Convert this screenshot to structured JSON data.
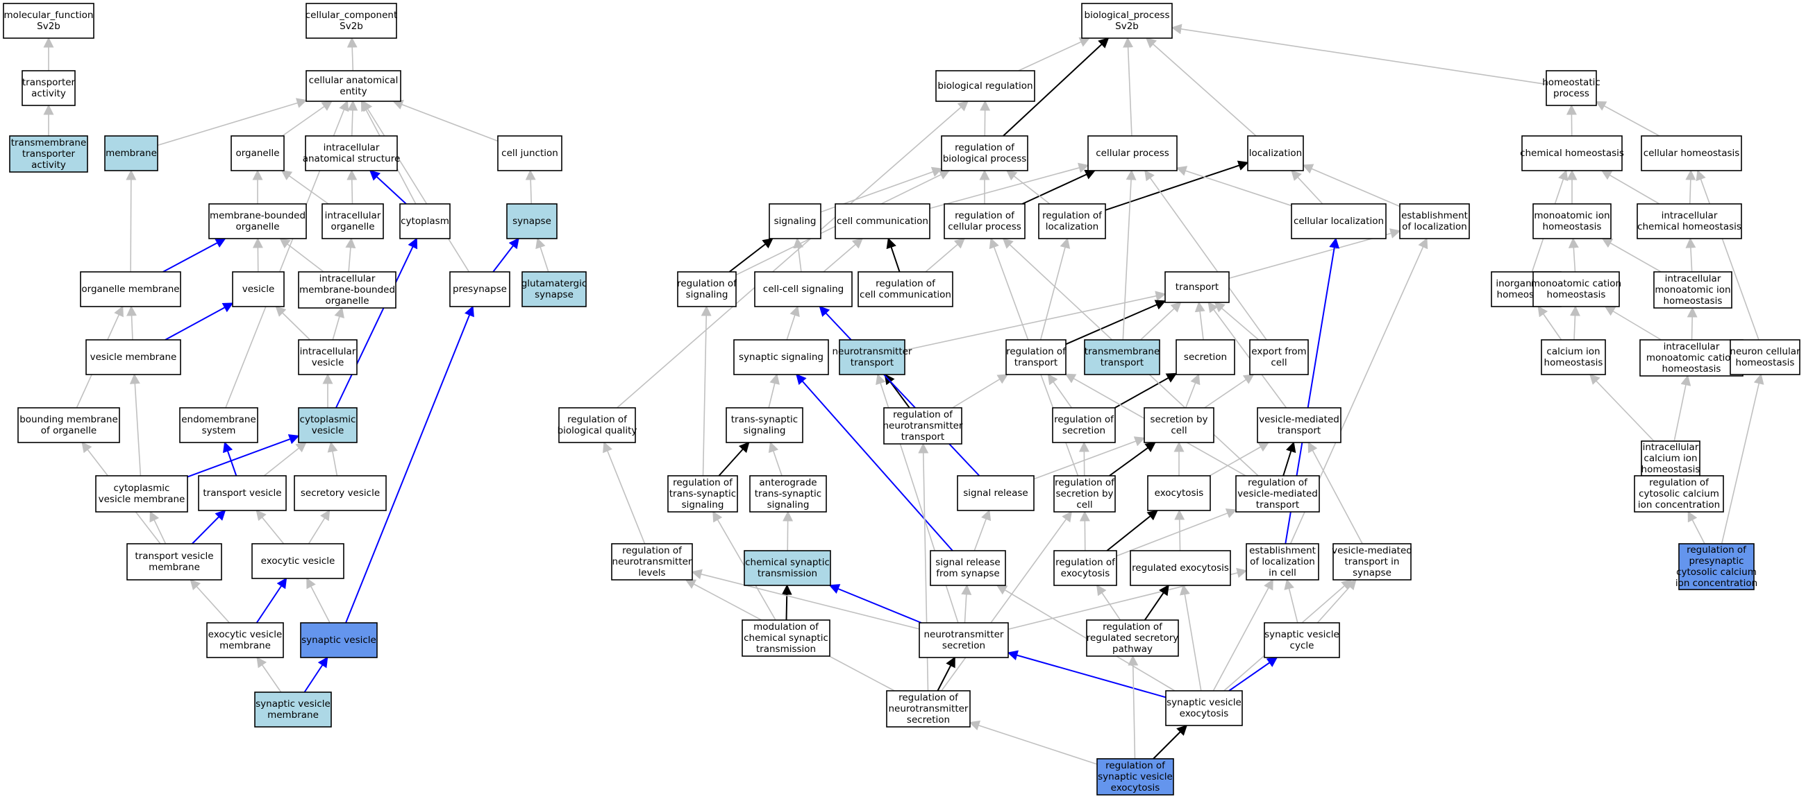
{
  "colors": {
    "plain": "#ffffff",
    "light": "#add8e6",
    "dark": "#6495ed",
    "gray": "#c0c0c0",
    "black": "#000000",
    "blue": "#0000ff"
  },
  "nodes": [
    {
      "id": "mf",
      "lines": [
        "molecular_function",
        "Sv2b"
      ],
      "fill": "plain"
    },
    {
      "id": "ta",
      "lines": [
        "transporter",
        "activity"
      ],
      "fill": "plain"
    },
    {
      "id": "tmta",
      "lines": [
        "transmembrane",
        "transporter",
        "activity"
      ],
      "fill": "light"
    },
    {
      "id": "cc",
      "lines": [
        "cellular_component",
        "Sv2b"
      ],
      "fill": "plain"
    },
    {
      "id": "cae",
      "lines": [
        "cellular anatomical",
        "entity"
      ],
      "fill": "plain"
    },
    {
      "id": "mem",
      "lines": [
        "membrane"
      ],
      "fill": "light"
    },
    {
      "id": "org",
      "lines": [
        "organelle"
      ],
      "fill": "plain"
    },
    {
      "id": "ias",
      "lines": [
        "intracellular",
        "anatomical structure"
      ],
      "fill": "plain"
    },
    {
      "id": "cj",
      "lines": [
        "cell junction"
      ],
      "fill": "plain"
    },
    {
      "id": "mbo",
      "lines": [
        "membrane-bounded",
        "organelle"
      ],
      "fill": "plain"
    },
    {
      "id": "io",
      "lines": [
        "intracellular",
        "organelle"
      ],
      "fill": "plain"
    },
    {
      "id": "cyto",
      "lines": [
        "cytoplasm"
      ],
      "fill": "plain"
    },
    {
      "id": "syn",
      "lines": [
        "synapse"
      ],
      "fill": "light"
    },
    {
      "id": "om",
      "lines": [
        "organelle membrane"
      ],
      "fill": "plain"
    },
    {
      "id": "ves",
      "lines": [
        "vesicle"
      ],
      "fill": "plain"
    },
    {
      "id": "imbo",
      "lines": [
        "intracellular",
        "membrane-bounded",
        "organelle"
      ],
      "fill": "plain"
    },
    {
      "id": "pre",
      "lines": [
        "presynapse"
      ],
      "fill": "plain"
    },
    {
      "id": "gs",
      "lines": [
        "glutamatergic",
        "synapse"
      ],
      "fill": "light"
    },
    {
      "id": "vm",
      "lines": [
        "vesicle membrane"
      ],
      "fill": "plain"
    },
    {
      "id": "iv",
      "lines": [
        "intracellular",
        "vesicle"
      ],
      "fill": "plain"
    },
    {
      "id": "bmo",
      "lines": [
        "bounding membrane",
        "of organelle"
      ],
      "fill": "plain"
    },
    {
      "id": "es",
      "lines": [
        "endomembrane",
        "system"
      ],
      "fill": "plain"
    },
    {
      "id": "cv",
      "lines": [
        "cytoplasmic",
        "vesicle"
      ],
      "fill": "light"
    },
    {
      "id": "cvm",
      "lines": [
        "cytoplasmic",
        "vesicle membrane"
      ],
      "fill": "plain"
    },
    {
      "id": "tv",
      "lines": [
        "transport vesicle"
      ],
      "fill": "plain"
    },
    {
      "id": "sv",
      "lines": [
        "secretory vesicle"
      ],
      "fill": "plain"
    },
    {
      "id": "tvm",
      "lines": [
        "transport vesicle",
        "membrane"
      ],
      "fill": "plain"
    },
    {
      "id": "ev",
      "lines": [
        "exocytic vesicle"
      ],
      "fill": "plain"
    },
    {
      "id": "evm",
      "lines": [
        "exocytic vesicle",
        "membrane"
      ],
      "fill": "plain"
    },
    {
      "id": "synv",
      "lines": [
        "synaptic vesicle"
      ],
      "fill": "dark"
    },
    {
      "id": "svm",
      "lines": [
        "synaptic vesicle",
        "membrane"
      ],
      "fill": "light"
    },
    {
      "id": "bp",
      "lines": [
        "biological_process",
        "Sv2b"
      ],
      "fill": "plain"
    },
    {
      "id": "br",
      "lines": [
        "biological regulation"
      ],
      "fill": "plain"
    },
    {
      "id": "hp",
      "lines": [
        "homeostatic",
        "process"
      ],
      "fill": "plain"
    },
    {
      "id": "rbp",
      "lines": [
        "regulation of",
        "biological process"
      ],
      "fill": "plain"
    },
    {
      "id": "cp",
      "lines": [
        "cellular process"
      ],
      "fill": "plain"
    },
    {
      "id": "loc",
      "lines": [
        "localization"
      ],
      "fill": "plain"
    },
    {
      "id": "ch",
      "lines": [
        "chemical homeostasis"
      ],
      "fill": "plain"
    },
    {
      "id": "cellh",
      "lines": [
        "cellular homeostasis"
      ],
      "fill": "plain"
    },
    {
      "id": "sig",
      "lines": [
        "signaling"
      ],
      "fill": "plain"
    },
    {
      "id": "ccom",
      "lines": [
        "cell communication"
      ],
      "fill": "plain"
    },
    {
      "id": "rcp",
      "lines": [
        "regulation of",
        "cellular process"
      ],
      "fill": "plain"
    },
    {
      "id": "rloc",
      "lines": [
        "regulation of",
        "localization"
      ],
      "fill": "plain"
    },
    {
      "id": "cloc",
      "lines": [
        "cellular localization"
      ],
      "fill": "plain"
    },
    {
      "id": "eloc",
      "lines": [
        "establishment",
        "of localization"
      ],
      "fill": "plain"
    },
    {
      "id": "mih",
      "lines": [
        "monoatomic ion",
        "homeostasis"
      ],
      "fill": "plain"
    },
    {
      "id": "ich",
      "lines": [
        "intracellular",
        "chemical homeostasis"
      ],
      "fill": "plain"
    },
    {
      "id": "rsig",
      "lines": [
        "regulation of",
        "signaling"
      ],
      "fill": "plain"
    },
    {
      "id": "ccs",
      "lines": [
        "cell-cell signaling"
      ],
      "fill": "plain"
    },
    {
      "id": "rcc",
      "lines": [
        "regulation of",
        "cell communication"
      ],
      "fill": "plain"
    },
    {
      "id": "trans",
      "lines": [
        "transport"
      ],
      "fill": "plain"
    },
    {
      "id": "iih",
      "lines": [
        "inorganic ion",
        "homeostasis"
      ],
      "fill": "plain"
    },
    {
      "id": "mch",
      "lines": [
        "monoatomic cation",
        "homeostasis"
      ],
      "fill": "plain"
    },
    {
      "id": "imih",
      "lines": [
        "intracellular",
        "monoatomic ion",
        "homeostasis"
      ],
      "fill": "plain"
    },
    {
      "id": "ss",
      "lines": [
        "synaptic signaling"
      ],
      "fill": "plain"
    },
    {
      "id": "nt",
      "lines": [
        "neurotransmitter",
        "transport"
      ],
      "fill": "light"
    },
    {
      "id": "rt",
      "lines": [
        "regulation of",
        "transport"
      ],
      "fill": "plain"
    },
    {
      "id": "tmt",
      "lines": [
        "transmembrane",
        "transport"
      ],
      "fill": "light"
    },
    {
      "id": "sec",
      "lines": [
        "secretion"
      ],
      "fill": "plain"
    },
    {
      "id": "efc",
      "lines": [
        "export from",
        "cell"
      ],
      "fill": "plain"
    },
    {
      "id": "cih",
      "lines": [
        "calcium ion",
        "homeostasis"
      ],
      "fill": "plain"
    },
    {
      "id": "imch",
      "lines": [
        "intracellular",
        "monoatomic cation",
        "homeostasis"
      ],
      "fill": "plain"
    },
    {
      "id": "nch",
      "lines": [
        "neuron cellular",
        "homeostasis"
      ],
      "fill": "plain"
    },
    {
      "id": "rbq",
      "lines": [
        "regulation of",
        "biological quality"
      ],
      "fill": "plain"
    },
    {
      "id": "tss",
      "lines": [
        "trans-synaptic",
        "signaling"
      ],
      "fill": "plain"
    },
    {
      "id": "rnt",
      "lines": [
        "regulation of",
        "neurotransmitter",
        "transport"
      ],
      "fill": "plain"
    },
    {
      "id": "rsec",
      "lines": [
        "regulation of",
        "secretion"
      ],
      "fill": "plain"
    },
    {
      "id": "sbc",
      "lines": [
        "secretion by",
        "cell"
      ],
      "fill": "plain"
    },
    {
      "id": "vmt",
      "lines": [
        "vesicle-mediated",
        "transport"
      ],
      "fill": "plain"
    },
    {
      "id": "icih",
      "lines": [
        "intracellular",
        "calcium ion",
        "homeostasis"
      ],
      "fill": "plain"
    },
    {
      "id": "rtss",
      "lines": [
        "regulation of",
        "trans-synaptic",
        "signaling"
      ],
      "fill": "plain"
    },
    {
      "id": "atss",
      "lines": [
        "anterograde",
        "trans-synaptic",
        "signaling"
      ],
      "fill": "plain"
    },
    {
      "id": "sr",
      "lines": [
        "signal release"
      ],
      "fill": "plain"
    },
    {
      "id": "rsbc",
      "lines": [
        "regulation of",
        "secretion by",
        "cell"
      ],
      "fill": "plain"
    },
    {
      "id": "exo",
      "lines": [
        "exocytosis"
      ],
      "fill": "plain"
    },
    {
      "id": "rvmt",
      "lines": [
        "regulation of",
        "vesicle-mediated",
        "transport"
      ],
      "fill": "plain"
    },
    {
      "id": "rccic",
      "lines": [
        "regulation of",
        "cytosolic calcium",
        "ion concentration"
      ],
      "fill": "plain"
    },
    {
      "id": "rntl",
      "lines": [
        "regulation of",
        "neurotransmitter",
        "levels"
      ],
      "fill": "plain"
    },
    {
      "id": "cst",
      "lines": [
        "chemical synaptic",
        "transmission"
      ],
      "fill": "light"
    },
    {
      "id": "srfs",
      "lines": [
        "signal release",
        "from synapse"
      ],
      "fill": "plain"
    },
    {
      "id": "rexo",
      "lines": [
        "regulation of",
        "exocytosis"
      ],
      "fill": "plain"
    },
    {
      "id": "rexs",
      "lines": [
        "regulated exocytosis"
      ],
      "fill": "plain"
    },
    {
      "id": "elic",
      "lines": [
        "establishment",
        "of localization",
        "in cell"
      ],
      "fill": "plain"
    },
    {
      "id": "vmts",
      "lines": [
        "vesicle-mediated",
        "transport in",
        "synapse"
      ],
      "fill": "plain"
    },
    {
      "id": "rpccic",
      "lines": [
        "regulation of",
        "presynaptic",
        "cytosolic calcium",
        "ion concentration"
      ],
      "fill": "dark"
    },
    {
      "id": "mcst",
      "lines": [
        "modulation of",
        "chemical synaptic",
        "transmission"
      ],
      "fill": "plain"
    },
    {
      "id": "ns",
      "lines": [
        "neurotransmitter",
        "secretion"
      ],
      "fill": "plain"
    },
    {
      "id": "rrsp",
      "lines": [
        "regulation of",
        "regulated secretory",
        "pathway"
      ],
      "fill": "plain"
    },
    {
      "id": "svc",
      "lines": [
        "synaptic vesicle",
        "cycle"
      ],
      "fill": "plain"
    },
    {
      "id": "rns",
      "lines": [
        "regulation of",
        "neurotransmitter",
        "secretion"
      ],
      "fill": "plain"
    },
    {
      "id": "sve",
      "lines": [
        "synaptic vesicle",
        "exocytosis"
      ],
      "fill": "plain"
    },
    {
      "id": "rsve",
      "lines": [
        "regulation of",
        "synaptic vesicle",
        "exocytosis"
      ],
      "fill": "dark"
    }
  ]
}
